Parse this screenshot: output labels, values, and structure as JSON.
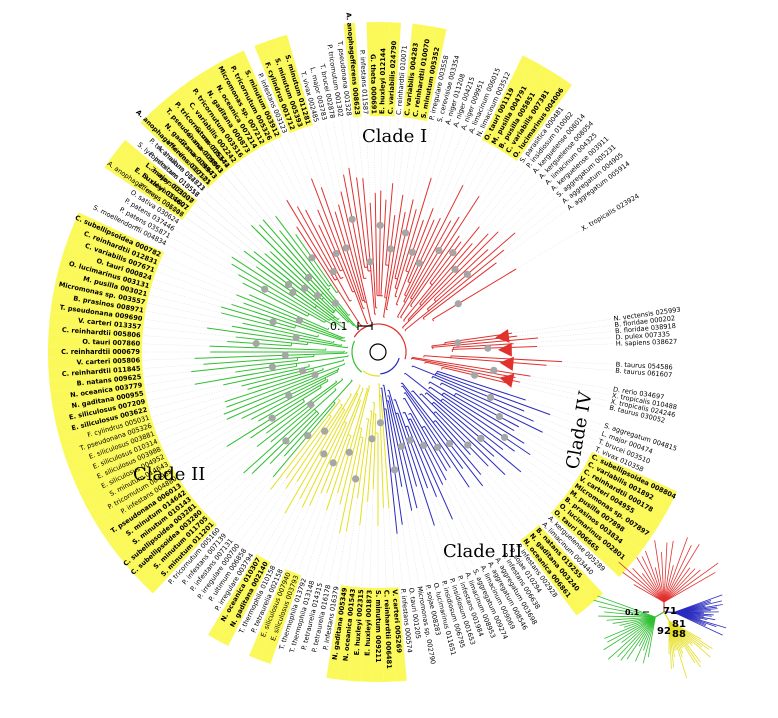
{
  "colors": {
    "clade1": "#e0312f",
    "clade2": "#2fbf30",
    "clade3": "#e6df1f",
    "clade4": "#2a2bbf",
    "highlight": "#fbf95a",
    "node": "#a6a6a6",
    "guide": "#d9d9d9"
  },
  "clades": {
    "clade1": "Clade I",
    "clade2": "Clade II",
    "clade3": "Clade III",
    "clade4": "Clade IV"
  },
  "scale": {
    "main": "0.1",
    "inset": "0.1"
  },
  "inset_support": [
    "71",
    "81",
    "92",
    "88"
  ],
  "leaves": [
    {
      "t": "X. tropicalis 023924",
      "a": -31,
      "h": false,
      "b": false
    },
    {
      "t": "A. aggregatum 005914",
      "a": -37,
      "h": false,
      "b": false
    },
    {
      "t": "A. aggregatum 004905",
      "a": -39,
      "h": false,
      "b": false
    },
    {
      "t": "S. aggregatum 005231",
      "a": -41,
      "h": false,
      "b": false
    },
    {
      "t": "A. kerguelense 003911",
      "a": -43,
      "h": false,
      "b": false
    },
    {
      "t": "A. limacinum 004325",
      "a": -45,
      "h": false,
      "b": false
    },
    {
      "t": "A. kerguelense 008054",
      "a": -47,
      "h": false,
      "b": false
    },
    {
      "t": "A. kerguelense 008014",
      "a": -49,
      "h": false,
      "b": false
    },
    {
      "t": "P. insidiosum 010062",
      "a": -51,
      "h": false,
      "b": false
    },
    {
      "t": "S. parasitica 000481",
      "a": -53,
      "h": false,
      "b": false
    },
    {
      "t": "O. lucimarinus 004006",
      "a": -55,
      "h": true,
      "b": true
    },
    {
      "t": "C. variabilis 007381",
      "a": -57,
      "h": true,
      "b": true
    },
    {
      "t": "B. pusilla 005851",
      "a": -59,
      "h": true,
      "b": true
    },
    {
      "t": "M. pusilla 004791",
      "a": -61,
      "h": true,
      "b": true
    },
    {
      "t": "O. tauri 001119",
      "a": -63,
      "h": true,
      "b": true
    },
    {
      "t": "N. limacinum 003512",
      "a": -65,
      "h": false,
      "b": false
    },
    {
      "t": "A. limacinum 006015",
      "a": -67,
      "h": false,
      "b": false
    },
    {
      "t": "A. niger 009951",
      "a": -69,
      "h": false,
      "b": false
    },
    {
      "t": "A. niger 004215",
      "a": -71,
      "h": false,
      "b": false
    },
    {
      "t": "A. niger 011208",
      "a": -73,
      "h": false,
      "b": false
    },
    {
      "t": "S. cerevisiae 003354",
      "a": -75,
      "h": false,
      "b": false
    },
    {
      "t": "P. irregulare 003558",
      "a": -77,
      "h": false,
      "b": false
    },
    {
      "t": "S. minutum 005352",
      "a": -79,
      "h": true,
      "b": true
    },
    {
      "t": "C. reinhardtii 010070",
      "a": -81,
      "h": true,
      "b": true
    },
    {
      "t": "C. variabilis 004283",
      "a": -83,
      "h": true,
      "b": true
    },
    {
      "t": "C. reinhardtii 010071",
      "a": -85,
      "h": false,
      "b": false
    },
    {
      "t": "C. variabilis 024790",
      "a": -87,
      "h": true,
      "b": true
    },
    {
      "t": "E. huxleyi 012144",
      "a": -89,
      "h": true,
      "b": true
    },
    {
      "t": "G. theta 000691",
      "a": -91,
      "h": true,
      "b": true
    },
    {
      "t": "P. infestans 011587",
      "a": -93,
      "h": false,
      "b": false
    },
    {
      "t": "A. anophagefferens 008623",
      "a": -95,
      "h": true,
      "b": true
    },
    {
      "t": "T. pseudonana 001328",
      "a": -97,
      "h": false,
      "b": false
    },
    {
      "t": "P. tricornutum 001302",
      "a": -99,
      "h": false,
      "b": false
    },
    {
      "t": "T. brucei 002878",
      "a": -101,
      "h": false,
      "b": false
    },
    {
      "t": "L. major 003783",
      "a": -103,
      "h": false,
      "b": false
    },
    {
      "t": "T. vivax 002485",
      "a": -105,
      "h": false,
      "b": false
    },
    {
      "t": "S. minutum 011281",
      "a": -107,
      "h": true,
      "b": true
    },
    {
      "t": "S. minutum 005393",
      "a": -109,
      "h": true,
      "b": true
    },
    {
      "t": "F. cylindrus 001712",
      "a": -111,
      "h": true,
      "b": true
    },
    {
      "t": "P. infestans 003123",
      "a": -113,
      "h": false,
      "b": false
    },
    {
      "t": "S. minutum 003912",
      "a": -115,
      "h": true,
      "b": true
    },
    {
      "t": "P. tricornutum 005326",
      "a": -117,
      "h": true,
      "b": true
    },
    {
      "t": "Micromonas sp. 007212",
      "a": -119,
      "h": true,
      "b": true
    },
    {
      "t": "N. oceanica 007214",
      "a": -121,
      "h": true,
      "b": true
    },
    {
      "t": "N. gaditana 000873",
      "a": -123,
      "h": true,
      "b": true
    },
    {
      "t": "P. tricornutum 003516",
      "a": -125,
      "h": true,
      "b": true
    },
    {
      "t": "C. variabilis 002242",
      "a": -127,
      "h": true,
      "b": true
    },
    {
      "t": "P. tricornutum 005344",
      "a": -129,
      "h": true,
      "b": true
    },
    {
      "t": "T. pseudonana 009863",
      "a": -131,
      "h": true,
      "b": true
    },
    {
      "t": "N. gaditana 009943",
      "a": -133,
      "h": true,
      "b": true
    },
    {
      "t": "A. anophagefferens 010121",
      "a": -135,
      "h": true,
      "b": true
    },
    {
      "t": "P. tricornutum 002823",
      "a": -137,
      "h": false,
      "b": false
    },
    {
      "t": "P. infestans 013557",
      "a": -139,
      "h": false,
      "b": false
    },
    {
      "t": "L. major 003007",
      "a": -141,
      "h": true,
      "b": true
    },
    {
      "t": "E. huxleyi 014607",
      "a": -143,
      "h": true,
      "b": true
    },
    {
      "t": "A. anophagefferens 001147",
      "a": -145,
      "h": true,
      "b": false
    },
    {
      "t": "N. vectensis 025993",
      "a": -8,
      "h": false,
      "b": false
    },
    {
      "t": "B. floridae 000202",
      "a": -6.5,
      "h": false,
      "b": false
    },
    {
      "t": "B. floridae 038918",
      "a": -5,
      "h": false,
      "b": false
    },
    {
      "t": "D. pulex 007335",
      "a": -3.5,
      "h": false,
      "b": false
    },
    {
      "t": "H. sapiens 038627",
      "a": -2,
      "h": false,
      "b": false
    },
    {
      "t": "B. taurus 054586",
      "a": 3,
      "h": false,
      "b": false
    },
    {
      "t": "B. taurus 061607",
      "a": 4.5,
      "h": false,
      "b": false
    },
    {
      "t": "D. rerio 034697",
      "a": 9,
      "h": false,
      "b": false
    },
    {
      "t": "X. tropicalis 010488",
      "a": 10.5,
      "h": false,
      "b": false
    },
    {
      "t": "X. tropicalis 024246",
      "a": 12,
      "h": false,
      "b": false
    },
    {
      "t": "B. taurus 030052",
      "a": 13.5,
      "h": false,
      "b": false
    },
    {
      "t": "S. aggregatum 004815",
      "a": 18,
      "h": false,
      "b": false
    },
    {
      "t": "L. major 000474",
      "a": 20,
      "h": false,
      "b": false
    },
    {
      "t": "T. brucei 003510",
      "a": 22,
      "h": false,
      "b": false
    },
    {
      "t": "T. vivax 010358",
      "a": 24,
      "h": false,
      "b": false
    },
    {
      "t": "C. subellipsoidea 008804",
      "a": 26,
      "h": true,
      "b": true
    },
    {
      "t": "C. variabilis 001892",
      "a": 28,
      "h": true,
      "b": true
    },
    {
      "t": "C. reinhardtii 000178",
      "a": 30,
      "h": true,
      "b": true
    },
    {
      "t": "V. carteri 004955",
      "a": 32,
      "h": true,
      "b": true
    },
    {
      "t": "Micromonas sp. 007897",
      "a": 34,
      "h": true,
      "b": true
    },
    {
      "t": "M. pusilla 007898",
      "a": 36,
      "h": true,
      "b": true
    },
    {
      "t": "B. prasinos 003834",
      "a": 38,
      "h": true,
      "b": true
    },
    {
      "t": "O. lucimarinus 002801",
      "a": 40,
      "h": true,
      "b": true
    },
    {
      "t": "O. tauri 006665",
      "a": 42,
      "h": true,
      "b": true
    },
    {
      "t": "A. kerguelense 005289",
      "a": 44,
      "h": false,
      "b": false
    },
    {
      "t": "A. limacinum 003440",
      "a": 46,
      "h": false,
      "b": false
    },
    {
      "t": "B. natans 019255",
      "a": 48,
      "h": true,
      "b": true
    },
    {
      "t": "N. gaditana 003240",
      "a": 50,
      "h": true,
      "b": true
    },
    {
      "t": "N. oceanica 006861",
      "a": 52,
      "h": true,
      "b": true
    },
    {
      "t": "P. infestans 002928",
      "a": 54,
      "h": false,
      "b": false
    },
    {
      "t": "P. sojae 010294",
      "a": 56,
      "h": false,
      "b": false
    },
    {
      "t": "P. infestans 006638",
      "a": 58,
      "h": false,
      "b": false
    },
    {
      "t": "A. aggregatum 003698",
      "a": 60,
      "h": false,
      "b": false
    },
    {
      "t": "A. aggregatum 008546",
      "a": 62,
      "h": false,
      "b": false
    },
    {
      "t": "A. limacinum 009069",
      "a": 64,
      "h": false,
      "b": false
    },
    {
      "t": "S. aggregatum 009274",
      "a": 66,
      "h": false,
      "b": false
    },
    {
      "t": "A. limacinum 008953",
      "a": 68,
      "h": false,
      "b": false
    },
    {
      "t": "P. infestans 001984",
      "a": 70,
      "h": false,
      "b": false
    },
    {
      "t": "P. insidiosum 001653",
      "a": 72,
      "h": false,
      "b": false
    },
    {
      "t": "P. insidiosum 006795",
      "a": 74,
      "h": false,
      "b": false
    },
    {
      "t": "O. lucimarinus 011651",
      "a": 76,
      "h": false,
      "b": false
    },
    {
      "t": "P. sojae 008283",
      "a": 78,
      "h": false,
      "b": false
    },
    {
      "t": "Micromonas sp. 002790",
      "a": 80,
      "h": false,
      "b": false
    },
    {
      "t": "O. tauri 001205",
      "a": 82,
      "h": false,
      "b": false
    },
    {
      "t": "P. infestans 000574",
      "a": 84,
      "h": false,
      "b": false
    },
    {
      "t": "V. carteri 005269",
      "a": 86,
      "h": true,
      "b": true
    },
    {
      "t": "C. reinhardtii 006481",
      "a": 88,
      "h": true,
      "b": true
    },
    {
      "t": "S. minutum 009211",
      "a": 90,
      "h": true,
      "b": true
    },
    {
      "t": "E. huxleyi 001873",
      "a": 92,
      "h": true,
      "b": true
    },
    {
      "t": "E. huxleyi 002315",
      "a": 94,
      "h": true,
      "b": true
    },
    {
      "t": "N. oceanica 001543",
      "a": 96,
      "h": true,
      "b": true
    },
    {
      "t": "N. gaditana 005349",
      "a": 98,
      "h": true,
      "b": true
    },
    {
      "t": "P. infestans 016379",
      "a": 100,
      "h": false,
      "b": false
    },
    {
      "t": "P. tetraurelia 016178",
      "a": 102,
      "h": false,
      "b": false
    },
    {
      "t": "P. tetraurelia 014315",
      "a": 104,
      "h": false,
      "b": false
    },
    {
      "t": "T. thermophila 013148",
      "a": 106,
      "h": false,
      "b": false
    },
    {
      "t": "T. thermophila 013792",
      "a": 108,
      "h": false,
      "b": false
    },
    {
      "t": "E. siliculosus 003793",
      "a": 110,
      "h": true,
      "b": false
    },
    {
      "t": "E. siliculosus 007940",
      "a": 112,
      "h": true,
      "b": false
    },
    {
      "t": "P. tetraurelia 002158",
      "a": 114,
      "h": false,
      "b": false
    },
    {
      "t": "T. thermophila 010158",
      "a": 116,
      "h": false,
      "b": false
    },
    {
      "t": "N. gaditana 002140",
      "a": 118,
      "h": true,
      "b": true
    },
    {
      "t": "N. oceanica 010307",
      "a": 120,
      "h": true,
      "b": true
    },
    {
      "t": "P. irregulare 003794",
      "a": 122,
      "h": false,
      "b": false
    },
    {
      "t": "P. ultimum 006858",
      "a": 124,
      "h": false,
      "b": false
    },
    {
      "t": "P. irregulare 000700",
      "a": 126,
      "h": false,
      "b": false
    },
    {
      "t": "P. infestans 007131",
      "a": 128,
      "h": false,
      "b": false
    },
    {
      "t": "P. infestans 007139",
      "a": 130,
      "h": false,
      "b": false
    },
    {
      "t": "P. tricornutum 005160",
      "a": 132,
      "h": false,
      "b": false
    },
    {
      "t": "S. minutum 011201",
      "a": 134,
      "h": true,
      "b": true
    },
    {
      "t": "S. minutum 011705",
      "a": 136,
      "h": true,
      "b": true
    },
    {
      "t": "C. subellipsoidea 003280",
      "a": 138,
      "h": true,
      "b": true
    },
    {
      "t": "C. subellipsoidea 003281",
      "a": 140,
      "h": true,
      "b": true
    },
    {
      "t": "S. minutum 010143",
      "a": 142,
      "h": true,
      "b": true
    },
    {
      "t": "S. minutum 014642",
      "a": 144,
      "h": true,
      "b": true
    },
    {
      "t": "T. pseudonana 006013",
      "a": 146,
      "h": true,
      "b": true
    },
    {
      "t": "P. infestans 004880",
      "a": 148,
      "h": true,
      "b": false
    },
    {
      "t": "P. tricornutum 004988",
      "a": 150,
      "h": true,
      "b": false
    },
    {
      "t": "S. minutum 014643",
      "a": 152,
      "h": true,
      "b": false
    },
    {
      "t": "E. siliculosus 004952",
      "a": 154,
      "h": true,
      "b": false
    },
    {
      "t": "E. siliculosus 003988",
      "a": 156,
      "h": true,
      "b": false
    },
    {
      "t": "E. siliculosus 010314",
      "a": 158,
      "h": true,
      "b": false
    },
    {
      "t": "E. siliculosus 003881",
      "a": 160,
      "h": true,
      "b": false
    },
    {
      "t": "T. pseudonana 005326",
      "a": 162,
      "h": true,
      "b": false
    },
    {
      "t": "F. cylindrus 005031",
      "a": 164,
      "h": true,
      "b": false
    },
    {
      "t": "E. siliculosus 003622",
      "a": 166,
      "h": true,
      "b": true
    },
    {
      "t": "E. siliculosus 007209",
      "a": 168,
      "h": true,
      "b": true
    },
    {
      "t": "N. gaditana 000955",
      "a": 170,
      "h": true,
      "b": true
    },
    {
      "t": "N. oceanica 003779",
      "a": 172,
      "h": true,
      "b": true
    },
    {
      "t": "B. natans 009625",
      "a": 174,
      "h": true,
      "b": true
    },
    {
      "t": "C. reinhardtii 011845",
      "a": 176,
      "h": true,
      "b": true
    },
    {
      "t": "V. carteri 005806",
      "a": 178,
      "h": true,
      "b": true
    },
    {
      "t": "C. reinhardtii 000679",
      "a": 180,
      "h": true,
      "b": true
    },
    {
      "t": "O. tauri 007860",
      "a": 182,
      "h": true,
      "b": true
    },
    {
      "t": "C. reinhardtii 005806",
      "a": 184,
      "h": true,
      "b": true
    },
    {
      "t": "V. carteri 013357",
      "a": 186,
      "h": true,
      "b": true
    },
    {
      "t": "T. pseudonana 009690",
      "a": 188,
      "h": true,
      "b": true
    },
    {
      "t": "B. prasinos 008971",
      "a": 190,
      "h": true,
      "b": true
    },
    {
      "t": "Micromonas sp. 003557",
      "a": 192,
      "h": true,
      "b": true
    },
    {
      "t": "M. pusilla 003021",
      "a": 194,
      "h": true,
      "b": true
    },
    {
      "t": "O. lucimarinus 003131",
      "a": 196,
      "h": true,
      "b": true
    },
    {
      "t": "O. tauri 000824",
      "a": 198,
      "h": true,
      "b": true
    },
    {
      "t": "C. variabilis 007671",
      "a": 200,
      "h": true,
      "b": true
    },
    {
      "t": "C. reinhardtii 012831",
      "a": 202,
      "h": true,
      "b": true
    },
    {
      "t": "C. subellipsoidea 000782",
      "a": 204,
      "h": true,
      "b": true
    },
    {
      "t": "S. moellendorffii 004834",
      "a": 207,
      "h": false,
      "b": false
    },
    {
      "t": "P. patens 035871",
      "a": 209,
      "h": false,
      "b": false
    },
    {
      "t": "P. patens 037446",
      "a": 211,
      "h": false,
      "b": false
    },
    {
      "t": "O. sativa 030624",
      "a": 213,
      "h": false,
      "b": false
    },
    {
      "t": "Z. mays 036006",
      "a": 215,
      "h": false,
      "b": false
    },
    {
      "t": "O. sativa 035821",
      "a": 217,
      "h": false,
      "b": false
    },
    {
      "t": "Z. mays 021110",
      "a": 219,
      "h": false,
      "b": false
    },
    {
      "t": "S. lycopersicum 010518",
      "a": 221,
      "h": false,
      "b": false
    },
    {
      "t": "A. thaliana 014711",
      "a": 223,
      "h": false,
      "b": false
    },
    {
      "t": "V. vinifera 017505",
      "a": 225,
      "h": false,
      "b": false
    },
    {
      "t": "G. max 036673",
      "a": 227,
      "h": false,
      "b": false
    },
    {
      "t": "G. max 020941",
      "a": 229,
      "h": false,
      "b": false
    },
    {
      "t": "G. max 036672",
      "a": 231,
      "h": false,
      "b": false
    }
  ]
}
